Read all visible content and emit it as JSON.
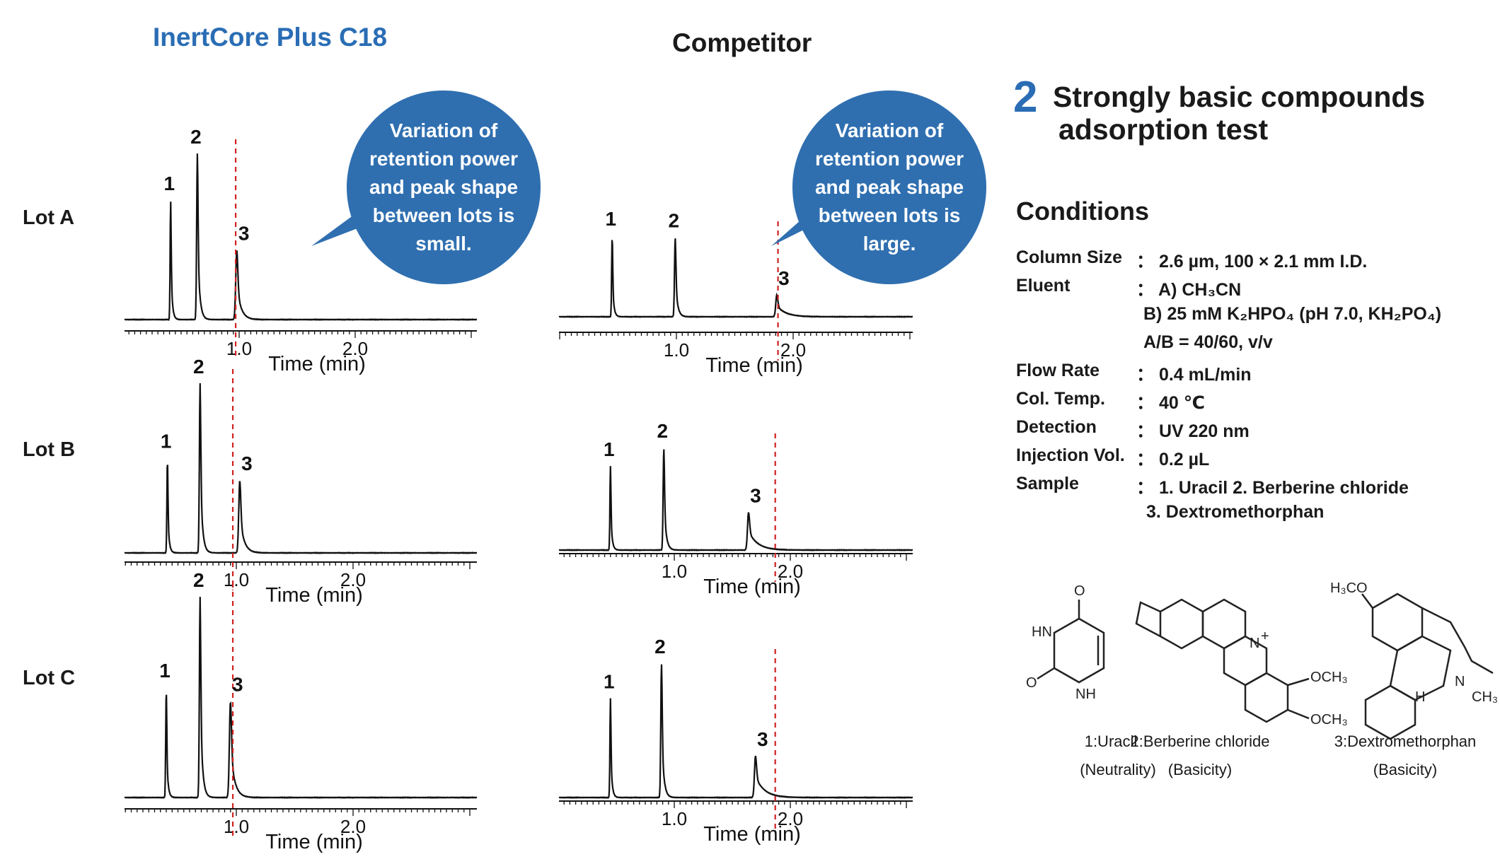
{
  "titles": {
    "left": "InertCore Plus C18",
    "right": "Competitor"
  },
  "lots": [
    "Lot A",
    "Lot B",
    "Lot C"
  ],
  "bubbles": {
    "left": "Variation of retention power and peak shape between lots is small.",
    "right": "Variation of retention power and peak shape between lots is large."
  },
  "section": {
    "number": "2",
    "title_line1": "Strongly basic compounds",
    "title_line2": "adsorption test"
  },
  "conditions": {
    "heading": "Conditions",
    "rows": [
      {
        "label": "Column Size",
        "value": "： 2.6 µm, 100 × 2.1 mm I.D."
      },
      {
        "label": "Eluent",
        "value": "： A) CH₃CN"
      },
      {
        "label": "",
        "value": "B) 25 mM K₂HPO₄ (pH 7.0, KH₂PO₄)"
      },
      {
        "label": "",
        "value": "A/B = 40/60, v/v"
      },
      {
        "label": "Flow Rate",
        "value": "： 0.4 mL/min"
      },
      {
        "label": "Col. Temp.",
        "value": "： 40 ℃"
      },
      {
        "label": "Detection",
        "value": "： UV 220 nm"
      },
      {
        "label": "Injection Vol.",
        "value": "： 0.2 µL"
      },
      {
        "label": "Sample",
        "value": "： 1. Uracil    2. Berberine chloride"
      },
      {
        "label": "",
        "value": "3. Dextromethorphan"
      }
    ]
  },
  "structures": {
    "captions": [
      {
        "name": "1:Uracil",
        "type": "(Neutrality)"
      },
      {
        "name": "2:Berberine chloride",
        "type": "(Basicity)"
      },
      {
        "name": "3:Dextromethorphan",
        "type": "(Basicity)"
      }
    ],
    "labels": {
      "uracil": [
        "O",
        "HN",
        "NH",
        "O"
      ],
      "berberine": [
        "N",
        "+",
        "OCH₃",
        "OCH₃"
      ],
      "dextro": [
        "H₃CO",
        "N",
        "CH₃",
        "H"
      ]
    }
  },
  "chart_data": [
    {
      "type": "line",
      "group": "InertCore Plus C18",
      "lot": "Lot A",
      "xlabel": "Time (min)",
      "xticks": [
        "1.0",
        "2.0"
      ],
      "reference_line_x": 0.97,
      "peaks": [
        {
          "label": "1",
          "x": 0.41,
          "height": 0.72
        },
        {
          "label": "2",
          "x": 0.64,
          "height": 1.0
        },
        {
          "label": "3",
          "x": 0.98,
          "height": 0.42
        }
      ]
    },
    {
      "type": "line",
      "group": "InertCore Plus C18",
      "lot": "Lot B",
      "xlabel": "Time (min)",
      "xticks": [
        "1.0",
        "2.0"
      ],
      "reference_line_x": 0.97,
      "peaks": [
        {
          "label": "1",
          "x": 0.41,
          "height": 0.56
        },
        {
          "label": "2",
          "x": 0.69,
          "height": 1.0
        },
        {
          "label": "3",
          "x": 1.03,
          "height": 0.43
        }
      ]
    },
    {
      "type": "line",
      "group": "InertCore Plus C18",
      "lot": "Lot C",
      "xlabel": "Time (min)",
      "xticks": [
        "1.0",
        "2.0"
      ],
      "reference_line_x": 0.97,
      "peaks": [
        {
          "label": "1",
          "x": 0.4,
          "height": 0.55
        },
        {
          "label": "2",
          "x": 0.69,
          "height": 1.0
        },
        {
          "label": "3",
          "x": 0.95,
          "height": 0.48
        }
      ]
    },
    {
      "type": "line",
      "group": "Competitor",
      "lot": "Lot A",
      "xlabel": "Time (min)",
      "xticks": [
        "1.0",
        "2.0"
      ],
      "reference_line_x": 1.87,
      "peaks": [
        {
          "label": "1",
          "x": 0.45,
          "height": 1.0
        },
        {
          "label": "2",
          "x": 0.99,
          "height": 0.98
        },
        {
          "label": "3",
          "x": 1.86,
          "height": 0.27
        }
      ]
    },
    {
      "type": "line",
      "group": "Competitor",
      "lot": "Lot B",
      "xlabel": "Time (min)",
      "xticks": [
        "1.0",
        "2.0"
      ],
      "reference_line_x": 1.87,
      "peaks": [
        {
          "label": "1",
          "x": 0.45,
          "height": 0.82
        },
        {
          "label": "2",
          "x": 0.91,
          "height": 1.0
        },
        {
          "label": "3",
          "x": 1.64,
          "height": 0.37
        }
      ]
    },
    {
      "type": "line",
      "group": "Competitor",
      "lot": "Lot C",
      "xlabel": "Time (min)",
      "xticks": [
        "1.0",
        "2.0"
      ],
      "reference_line_x": 1.87,
      "peaks": [
        {
          "label": "1",
          "x": 0.45,
          "height": 0.74
        },
        {
          "label": "2",
          "x": 0.89,
          "height": 1.0
        },
        {
          "label": "3",
          "x": 1.7,
          "height": 0.31
        }
      ]
    }
  ]
}
